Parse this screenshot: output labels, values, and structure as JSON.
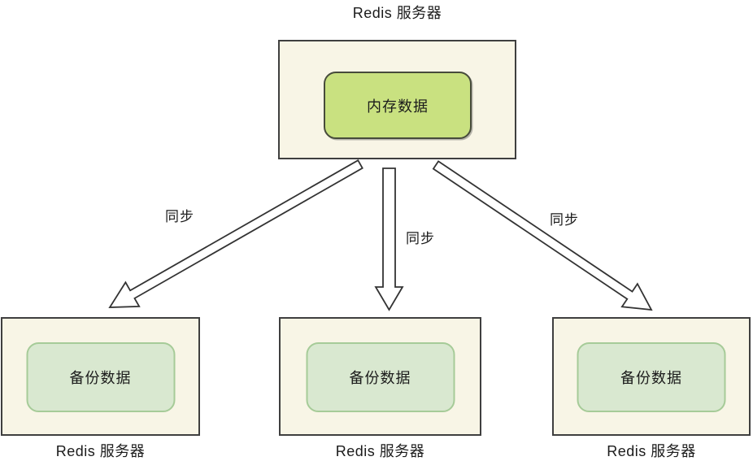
{
  "diagram": {
    "master": {
      "title": "Redis 服务器",
      "data_label": "内存数据"
    },
    "sync_labels": {
      "left": "同步",
      "middle": "同步",
      "right": "同步"
    },
    "replicas": [
      {
        "data_label": "备份数据",
        "label": "Redis 服务器"
      },
      {
        "data_label": "备份数据",
        "label": "Redis 服务器"
      },
      {
        "data_label": "备份数据",
        "label": "Redis 服务器"
      }
    ],
    "colors": {
      "container_fill": "#f8f5e6",
      "container_border": "#3f3f3f",
      "master_data_fill": "#c9e180",
      "master_data_border": "#474b3b",
      "replica_data_fill": "#d9e8d0",
      "replica_data_border": "#a6cb98",
      "arrow_fill": "#ffffff",
      "arrow_stroke": "#333333",
      "text": "#1b1b1b"
    }
  }
}
